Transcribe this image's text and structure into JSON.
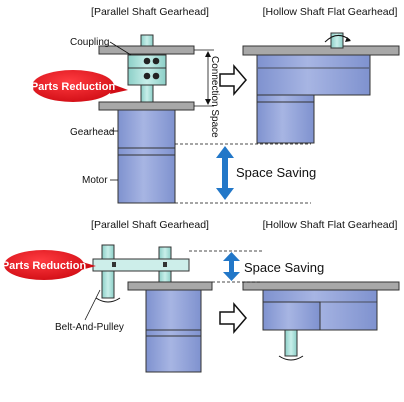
{
  "top": {
    "left_title": "[Parallel Shaft Gearhead]",
    "right_title": "[Hollow Shaft Flat Gearhead]",
    "coupling_label": "Coupling",
    "connection_label": "Connection Space",
    "parts_badge": "Parts Reduction",
    "gearhead_label": "Gearhead",
    "motor_label": "Motor",
    "space_saving": "Space Saving"
  },
  "bottom": {
    "left_title": "[Parallel Shaft Gearhead]",
    "right_title": "[Hollow Shaft Flat Gearhead]",
    "parts_badge": "Parts Reduction",
    "space_saving": "Space Saving",
    "belt_label": "Belt-And-Pulley"
  },
  "colors": {
    "body": "#8fa1d6",
    "plate": "#a8a8a8",
    "shaft": "#9fd7d1",
    "badge": "#e8141e",
    "arrow": "#2277c8"
  }
}
